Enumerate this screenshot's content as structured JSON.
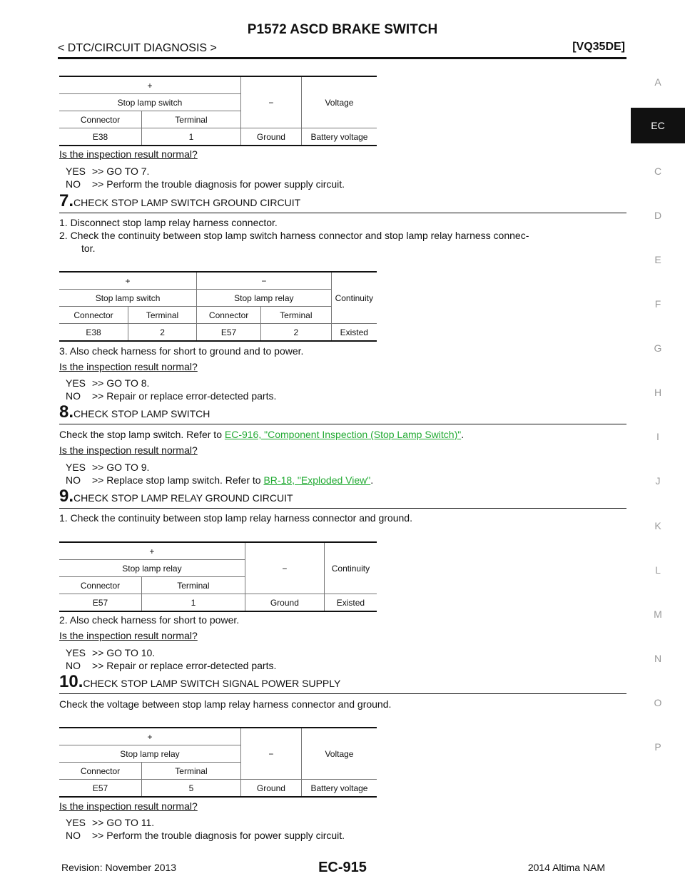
{
  "header": {
    "title": "P1572 ASCD BRAKE SWITCH",
    "section": "< DTC/CIRCUIT DIAGNOSIS >",
    "engine": "[VQ35DE]"
  },
  "side_tabs": [
    "A",
    "EC",
    "C",
    "D",
    "E",
    "F",
    "G",
    "H",
    "I",
    "J",
    "K",
    "L",
    "M",
    "N",
    "O",
    "P"
  ],
  "table1": {
    "plus": "+",
    "minus": "−",
    "result": "Voltage",
    "component": "Stop lamp switch",
    "connector_h": "Connector",
    "terminal_h": "Terminal",
    "connector": "E38",
    "terminal": "1",
    "minus_val": "Ground",
    "value": "Battery voltage"
  },
  "question": "Is the inspection result normal?",
  "yes_label": "YES",
  "no_label": "NO",
  "block1": {
    "yes": ">> GO TO 7.",
    "no": ">> Perform the trouble diagnosis for power supply circuit."
  },
  "step7": {
    "num": "7.",
    "title": "CHECK STOP LAMP SWITCH GROUND CIRCUIT",
    "line1": "1.   Disconnect stop lamp relay harness connector.",
    "line2": "2.   Check the continuity between stop lamp switch harness connector and stop lamp relay harness connec-",
    "line2b": "tor.",
    "line3": "3.   Also check harness for short to ground and to power.",
    "yes": ">> GO TO 8.",
    "no": ">> Repair or replace error-detected parts."
  },
  "table2": {
    "plus": "+",
    "minus": "−",
    "result": "Continuity",
    "comp1": "Stop lamp switch",
    "comp2": "Stop lamp relay",
    "connector_h": "Connector",
    "terminal_h": "Terminal",
    "c1": "E38",
    "t1": "2",
    "c2": "E57",
    "t2": "2",
    "value": "Existed"
  },
  "step8": {
    "num": "8.",
    "title": "CHECK STOP LAMP SWITCH",
    "line_pre": "Check the stop lamp switch. Refer to ",
    "link": "EC-916, \"Component Inspection (Stop Lamp Switch)\"",
    "line_post": ".",
    "yes": ">> GO TO 9.",
    "no_pre": ">> Replace stop lamp switch. Refer to ",
    "no_link": "BR-18, \"Exploded View\"",
    "no_post": "."
  },
  "step9": {
    "num": "9.",
    "title": "CHECK STOP LAMP RELAY GROUND CIRCUIT",
    "line1": "1.   Check the continuity between stop lamp relay harness connector and ground.",
    "line2": "2.   Also check harness for short to power.",
    "yes": ">> GO TO 10.",
    "no": ">> Repair or replace error-detected parts."
  },
  "table3": {
    "plus": "+",
    "minus": "−",
    "result": "Continuity",
    "component": "Stop lamp relay",
    "connector_h": "Connector",
    "terminal_h": "Terminal",
    "connector": "E57",
    "terminal": "1",
    "minus_val": "Ground",
    "value": "Existed"
  },
  "step10": {
    "num": "10.",
    "title": "CHECK STOP LAMP SWITCH SIGNAL POWER SUPPLY",
    "line1": "Check the voltage between stop lamp relay harness connector and ground.",
    "yes": ">> GO TO 11.",
    "no": ">> Perform the trouble diagnosis for power supply circuit."
  },
  "table4": {
    "plus": "+",
    "minus": "−",
    "result": "Voltage",
    "component": "Stop lamp relay",
    "connector_h": "Connector",
    "terminal_h": "Terminal",
    "connector": "E57",
    "terminal": "5",
    "minus_val": "Ground",
    "value": "Battery voltage"
  },
  "footer": {
    "revision": "Revision: November 2013",
    "page": "EC-915",
    "model": "2014 Altima NAM"
  }
}
